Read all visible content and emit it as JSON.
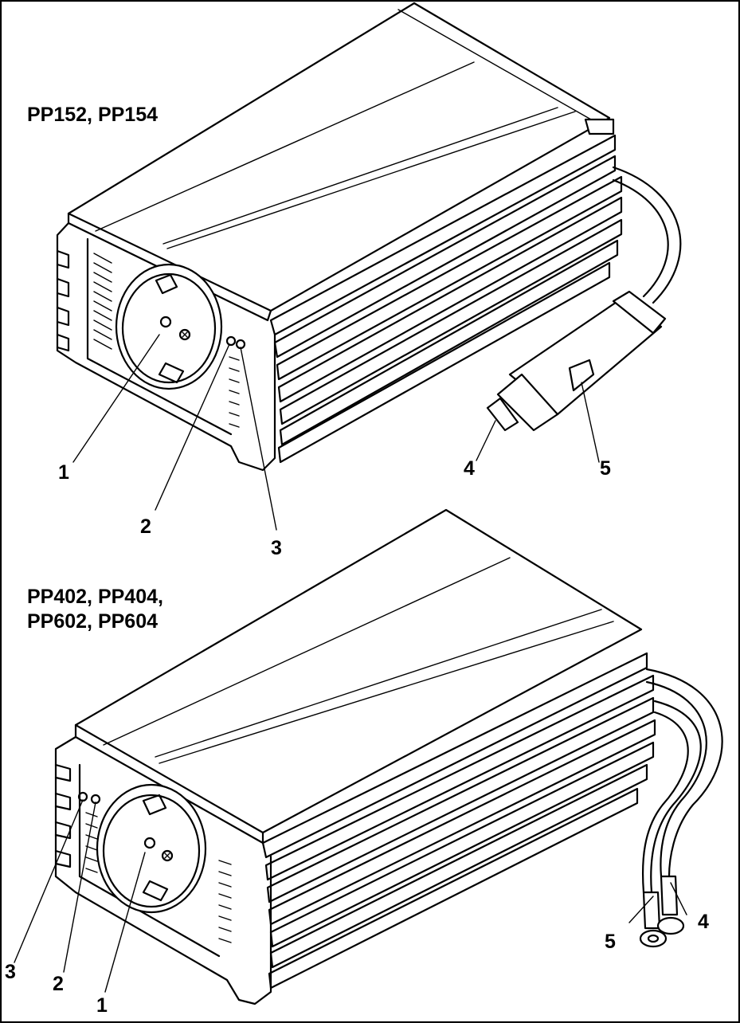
{
  "figure_top": {
    "title": "PP152, PP154",
    "callouts": [
      "1",
      "2",
      "3",
      "4",
      "5"
    ]
  },
  "figure_bottom": {
    "title_line1": "PP402, PP404,",
    "title_line2": "PP602, PP604",
    "callouts": [
      "1",
      "2",
      "3",
      "4",
      "5"
    ]
  },
  "colors": {
    "line": "#000000",
    "fill": "#ffffff"
  }
}
